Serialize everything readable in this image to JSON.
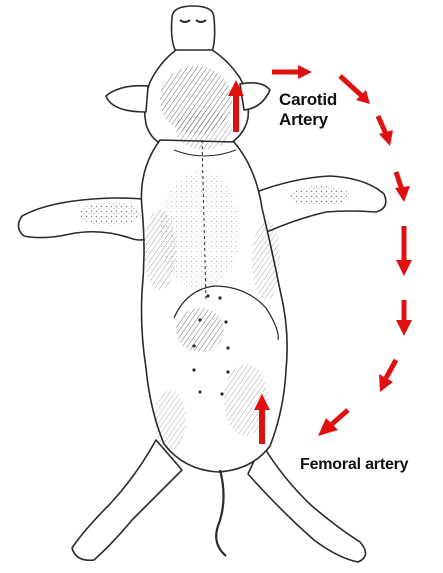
{
  "figure": {
    "subject": "dorsal-recumbent piglet line illustration",
    "labels": {
      "carotid_line1": "Carotid",
      "carotid_line2": "Artery",
      "femoral": "Femoral artery"
    },
    "colors": {
      "arrow": "#e01010",
      "ink": "#2a2a2a",
      "label_text": "#111111",
      "background": "#ffffff"
    },
    "arrows": {
      "carotid_arrow": "upward arrow at carotid artery",
      "femoral_arrow": "upward arrow at femoral artery",
      "path": "dashed arrow path from carotid artery down to femoral artery"
    }
  }
}
